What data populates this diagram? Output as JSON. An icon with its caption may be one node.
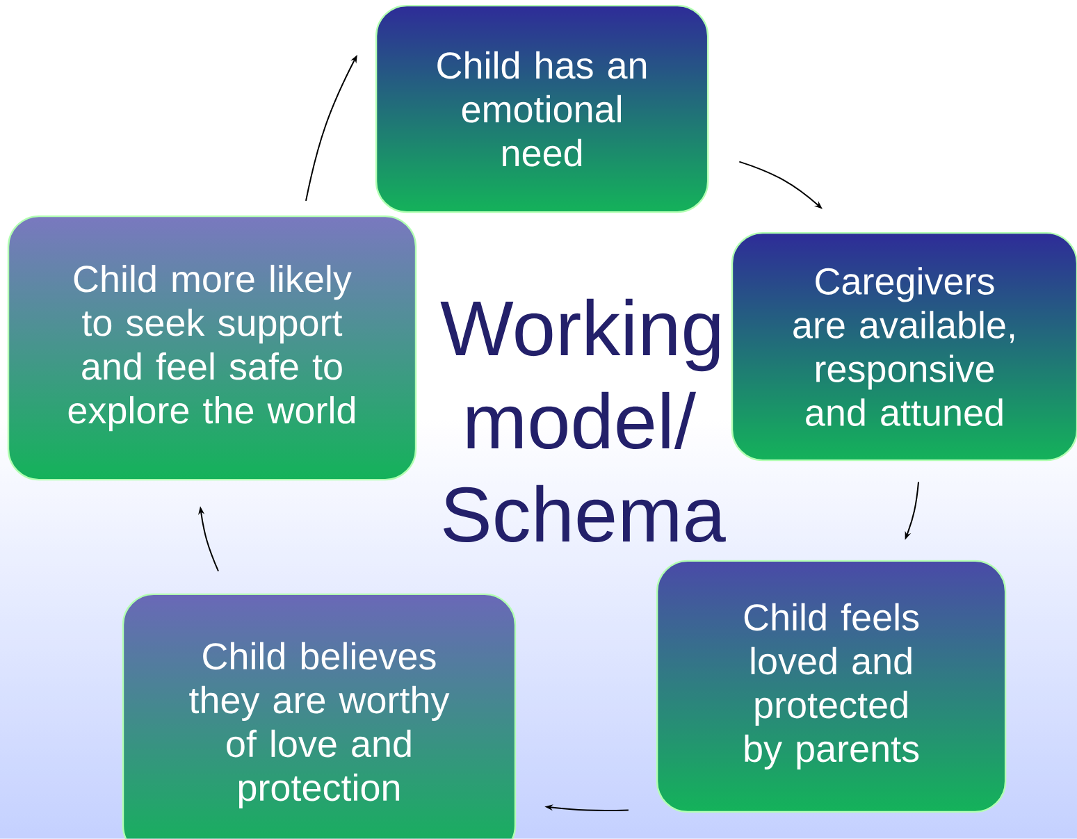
{
  "diagram": {
    "title": "Working model/ Schema",
    "nodes": [
      {
        "text": [
          "Child has an emotional need"
        ]
      },
      {
        "text": [
          "Caregivers are available, responsive and attuned"
        ]
      },
      {
        "text": [
          "Child feels loved and protected by parents"
        ]
      },
      {
        "text": [
          "Child believes they are worthy of love and protection"
        ]
      },
      {
        "text": [
          "Child more likely to seek support and feel safe to explore the world"
        ]
      }
    ],
    "edges": [
      {
        "from": 0,
        "to": 1,
        "arrow": "to"
      },
      {
        "from": 1,
        "to": 2,
        "arrow": "to"
      },
      {
        "from": 2,
        "to": 3,
        "arrow": "to"
      },
      {
        "from": 3,
        "to": 4,
        "arrow": "to"
      },
      {
        "from": 4,
        "to": 0,
        "arrow": "to"
      }
    ]
  }
}
